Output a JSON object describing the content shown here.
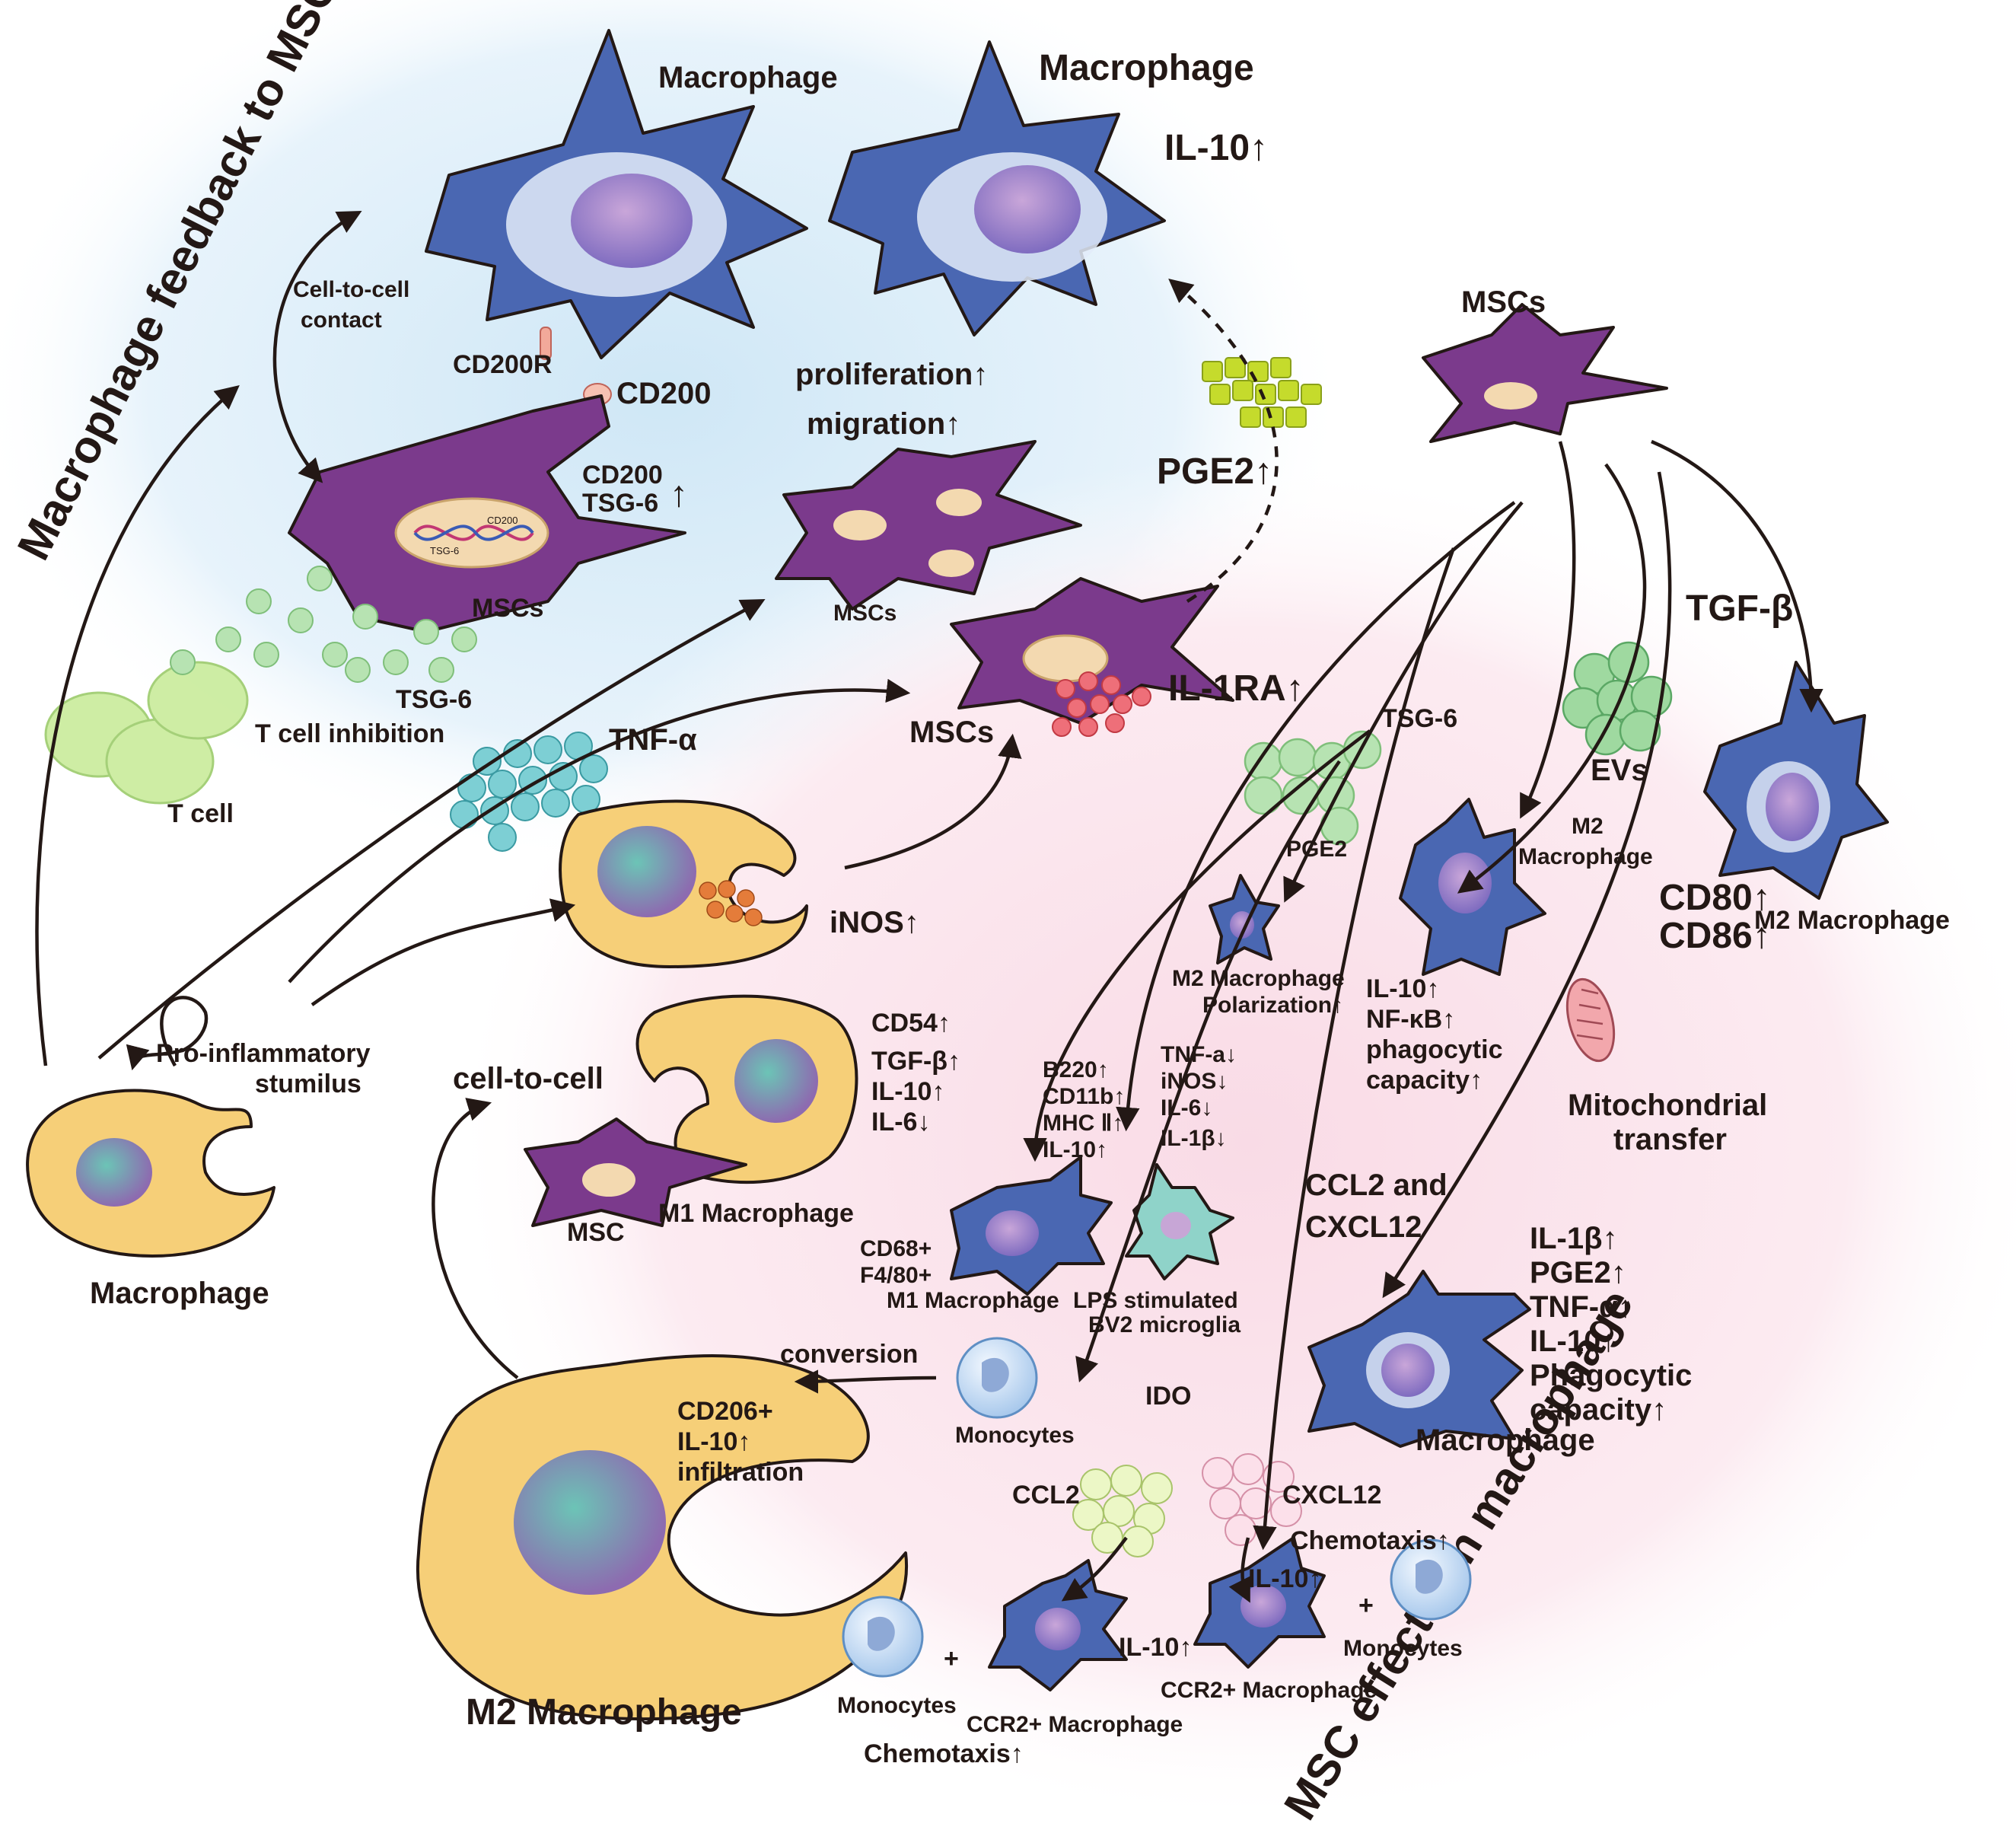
{
  "sections": {
    "feedback_title": "Macrophage feedback to MSC",
    "effects_title": "MSC effects on macrophage"
  },
  "top": {
    "macrophage_left": "Macrophage",
    "macrophage_right": "Macrophage",
    "il10_up": "IL-10↑",
    "cell_contact_1": "Cell-to-cell",
    "cell_contact_2": "contact",
    "cd200r": "CD200R",
    "cd200": "CD200",
    "prolif": "proliferation↑",
    "migration": "migration↑",
    "pge2_up": "PGE2↑",
    "cd200_up": "CD200",
    "tsg6_up": "TSG-6",
    "mscs_1": "MSCs",
    "mscs_2": "MSCs",
    "mscs_3": "MSCs",
    "il1ra": "IL-1RA↑",
    "tsg6": "TSG-6",
    "t_inhib": "T cell inhibition",
    "t_cell": "T cell",
    "tnfa": "TNF-α",
    "inos": "iNOS↑",
    "pro_inflam_1": "Pro-inflammatory",
    "pro_inflam_2": "stumilus",
    "macrophage_bottom_left": "Macrophage",
    "dna_cd200": "CD200",
    "dna_tsg6": "TSG-6"
  },
  "right": {
    "mscs_top": "MSCs",
    "tgfb": "TGF-β",
    "tsg6_label": "TSG-6",
    "pge2_label": "PGE2",
    "evs": "EVs",
    "m2_mac_a": "M2",
    "m2_mac_b": "Macrophage",
    "cd80": "CD80↑",
    "cd86": "CD86↑",
    "m2_macrophage_r": "M2 Macrophage",
    "m2_pol_1": "M2  Macrophage",
    "m2_pol_2": "Polarization↑",
    "il10_nfkb_1": "IL-10↑",
    "il10_nfkb_2": "NF-κB↑",
    "il10_nfkb_3": "phagocytic",
    "il10_nfkb_4": "capacity↑",
    "mito_1": "Mitochondrial",
    "mito_2": "transfer",
    "ccl2_cxcl12_1": "CCL2 and",
    "ccl2_cxcl12_2": "CXCL12",
    "mac_list": [
      "IL-1β↑",
      "PGE2↑",
      "TNF-α↑",
      "IL-10↑",
      "Phagocytic",
      "capacity↑"
    ],
    "macrophage_r": "Macrophage"
  },
  "middle": {
    "cd54_list": [
      "CD54↑",
      "TGF-β↑",
      "IL-10↑",
      "IL-6↓"
    ],
    "cell_to_cell": "cell-to-cell",
    "msc": "MSC",
    "m1_macrophage": "M1 Macrophage",
    "b220_list": [
      "B220↑",
      "CD11b↑",
      "MHC Ⅱ↑",
      "IL-10↑"
    ],
    "tnf_list": [
      "TNF-a↓",
      "iNOS↓",
      "IL-6↓",
      "IL-1β↓"
    ],
    "cd68": "CD68+",
    "f480": "F4/80+",
    "m1_mac_2": "M1 Macrophage",
    "lps_1": "LPS stimulated",
    "lps_2": "BV2 microglia",
    "conversion": "conversion",
    "monocytes_1": "Monocytes",
    "ido": "IDO",
    "cd206_list": [
      "CD206+",
      "IL-10↑",
      "infiltration"
    ],
    "m2_macrophage_big": "M2 Macrophage"
  },
  "bottom": {
    "ccl2": "CCL2",
    "cxcl12": "CXCL12",
    "chemotaxis_r": "Chemotaxis↑",
    "il10_a": "IL-10↑",
    "il10_b": "IL-10↑",
    "plus_a": "+",
    "plus_b": "+",
    "monocytes_a": "Monocytes",
    "monocytes_b": "Monocytes",
    "ccr2_a": "CCR2+ Macrophage",
    "ccr2_b": "CCR2+ Macrophage",
    "chemotaxis_b": "Chemotaxis↑"
  },
  "particles": {
    "tnf": "TNF-α",
    "tsg": "TSG-6",
    "inos": "iNOS",
    "ccl2": "CCL2",
    "cxcl12": "CXCL12"
  },
  "colors": {
    "blue_bg": "#e6f3fb",
    "pink_bg": "#fbe6ee",
    "macrophage_blue": "#4a67b2",
    "msc_purple": "#7b3a8c",
    "macrophage_orange": "#f6cf78",
    "tsg_green": "#b7e3b2",
    "tnf_teal": "#7dcfd4",
    "pge2_lime": "#c5db2c",
    "il1ra_red": "#ee6f79"
  }
}
